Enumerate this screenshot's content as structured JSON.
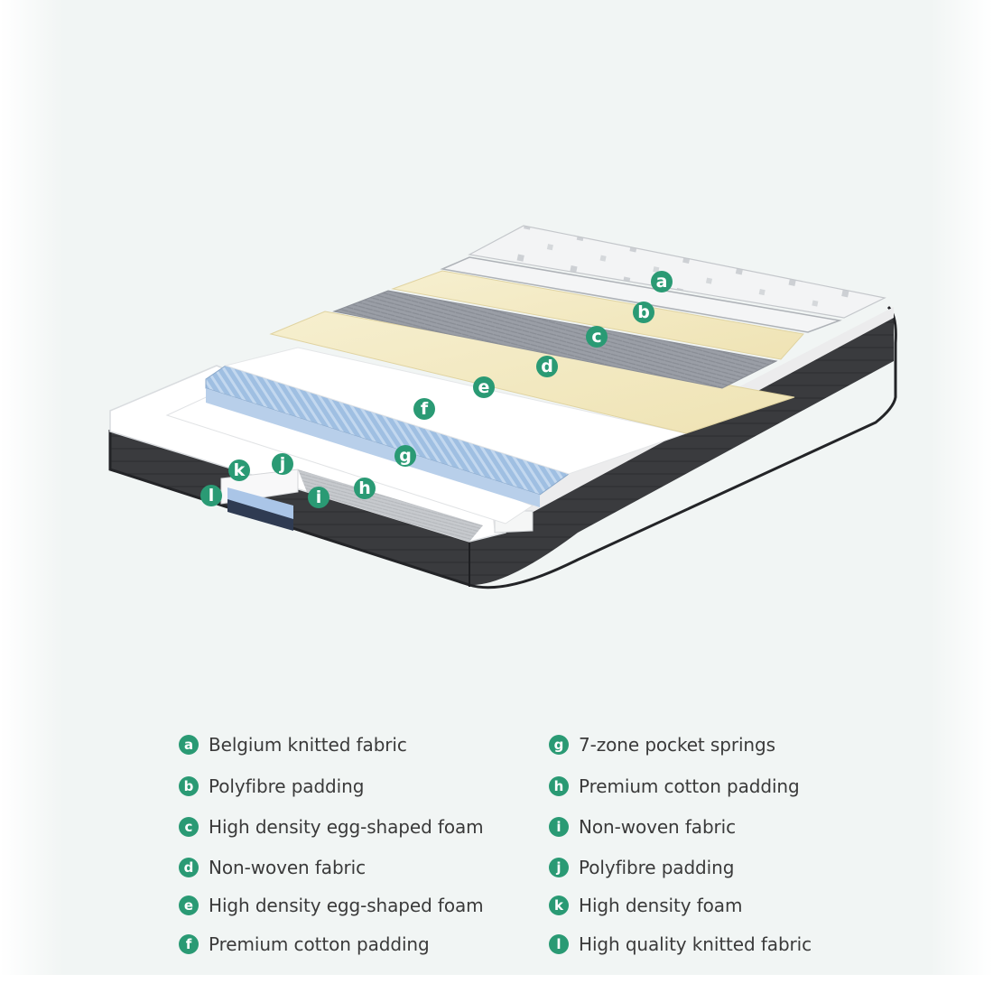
{
  "accent_color": "#2a9a74",
  "diagram": {
    "callouts": [
      {
        "letter": "a"
      },
      {
        "letter": "b"
      },
      {
        "letter": "c"
      },
      {
        "letter": "d"
      },
      {
        "letter": "e"
      },
      {
        "letter": "f"
      },
      {
        "letter": "g"
      },
      {
        "letter": "h"
      },
      {
        "letter": "i"
      },
      {
        "letter": "j"
      },
      {
        "letter": "k"
      },
      {
        "letter": "l"
      }
    ]
  },
  "legend": {
    "items": [
      {
        "letter": "a",
        "label": "Belgium knitted fabric"
      },
      {
        "letter": "b",
        "label": "Polyfibre padding"
      },
      {
        "letter": "c",
        "label": "High density egg-shaped foam"
      },
      {
        "letter": "d",
        "label": "Non-woven fabric"
      },
      {
        "letter": "e",
        "label": "High density egg-shaped foam"
      },
      {
        "letter": "f",
        "label": "Premium cotton padding"
      },
      {
        "letter": "g",
        "label": "7-zone pocket springs"
      },
      {
        "letter": "h",
        "label": "Premium cotton padding"
      },
      {
        "letter": "i",
        "label": "Non-woven fabric"
      },
      {
        "letter": "j",
        "label": "Polyfibre padding"
      },
      {
        "letter": "k",
        "label": "High density foam"
      },
      {
        "letter": "l",
        "label": "High quality knitted fabric"
      }
    ]
  }
}
